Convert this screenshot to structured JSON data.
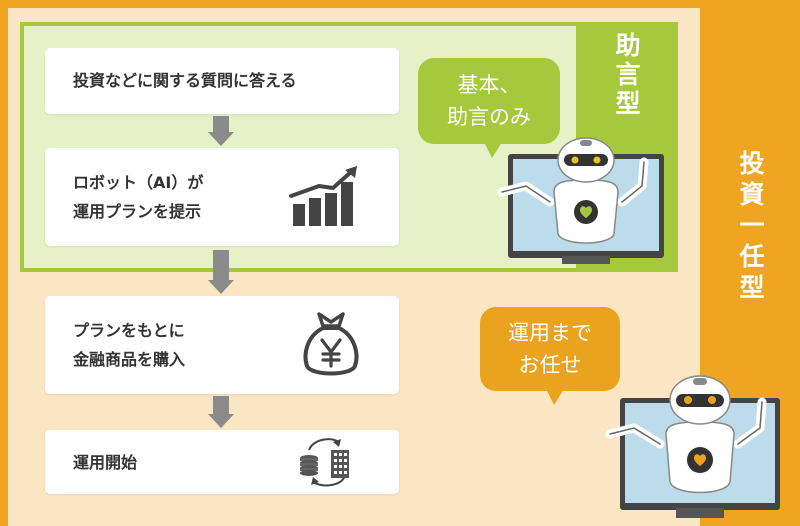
{
  "labels": {
    "advice_type": "助言型",
    "discretionary_type": "投資一任型"
  },
  "steps": [
    {
      "text": "投資などに関する質問に答える",
      "icon": "none"
    },
    {
      "text": "ロボット（AI）が\n運用プランを提示",
      "icon": "bar-chart-icon"
    },
    {
      "text": "プランをもとに\n金融商品を購入",
      "icon": "money-bag-yen-icon"
    },
    {
      "text": "運用開始",
      "icon": "coins-building-cycle-icon"
    }
  ],
  "bubbles": {
    "advice": "基本、\n助言のみ",
    "discretionary": "運用まで\nお任せ"
  },
  "colors": {
    "outer": "#efa522",
    "inner": "#fbe6c3",
    "advice_green": "#a5c83c",
    "advice_bg": "#e7f1c7",
    "bubble_orange": "#e9a31e",
    "arrow_gray": "#8b8b8b",
    "text_dark": "#333333"
  }
}
